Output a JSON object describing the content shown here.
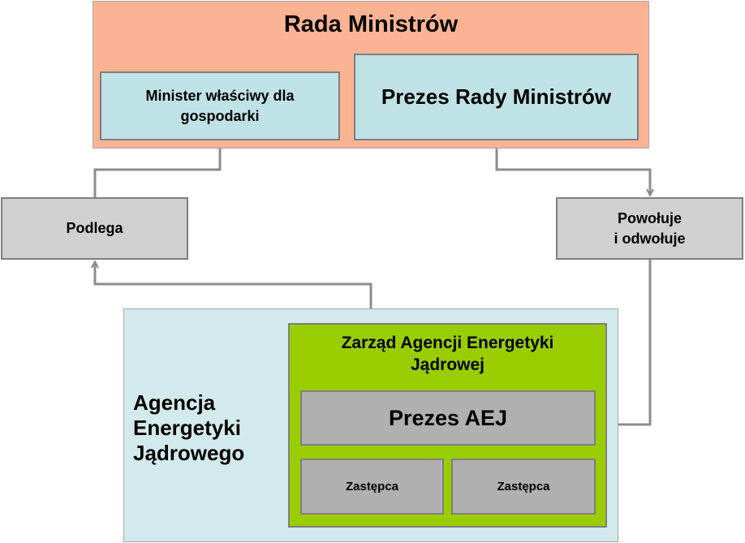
{
  "diagram": {
    "rada_ministrow": "Rada Ministrów",
    "minister": "Minister właściwy dla\ngospodarki",
    "prezes_rady": "Prezes Rady Ministrów",
    "podlega": "Podlega",
    "powoluje": "Powołuje\ni odwołuje",
    "agencja": "Agencja\nEnergetyki\nJądrowego",
    "zarzad": "Zarząd Agencji Energetyki\nJądrowej",
    "prezes_aej": "Prezes AEJ",
    "zastepca_1": "Zastępca",
    "zastepca_2": "Zastępca"
  },
  "colors": {
    "rada_bg": "#fbb393",
    "inner_bg": "#bfe2e6",
    "grey_box": "#d0d0d0",
    "agencja_bg": "#d3eaec",
    "zarzad_bg": "#9acd00",
    "aej_box": "#b0b0b0",
    "connector": "#8c8c8c"
  }
}
